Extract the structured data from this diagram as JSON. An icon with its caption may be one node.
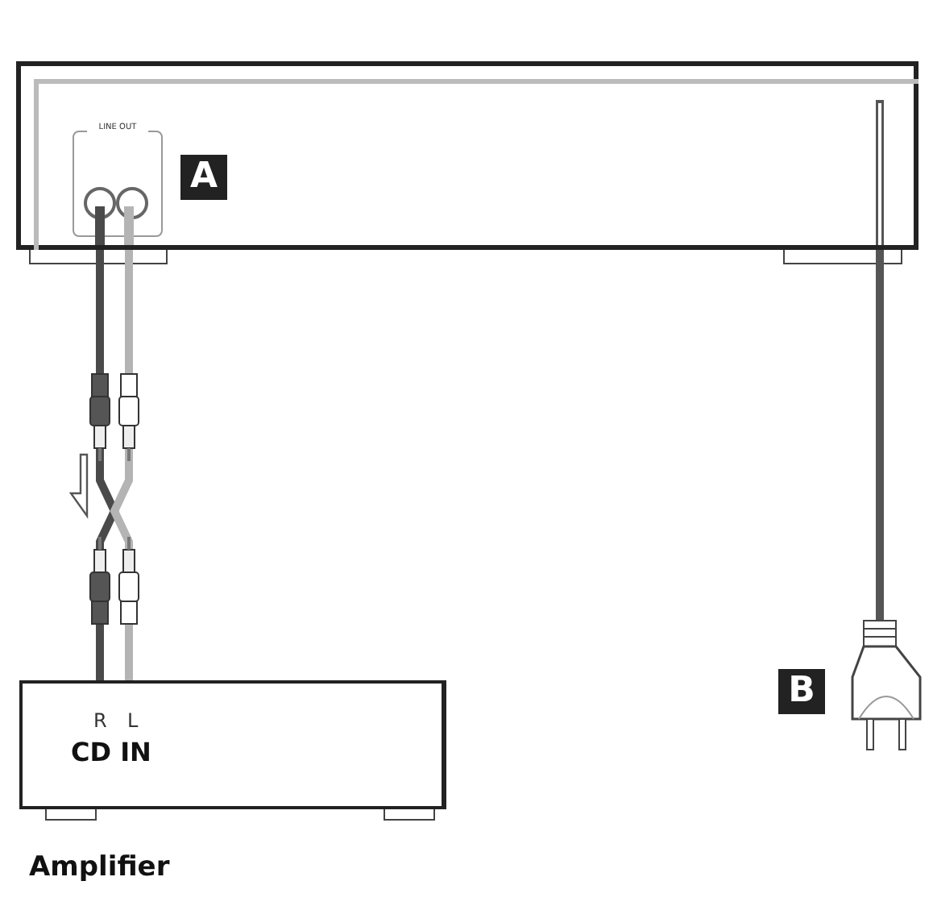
{
  "diagram": {
    "nodes": [
      {
        "text": [],
        "shape": "box"
      },
      {
        "text": [
          "Amplifier"
        ]
      },
      {
        "text": [],
        "shape": "picture"
      }
    ],
    "edges": [
      {
        "from": 0,
        "to": 1,
        "arrow": "none",
        "color": "#4a4a4a"
      },
      {
        "from": 0,
        "to": 1,
        "arrow": "none",
        "color": "#b4b4b4"
      },
      {
        "from": 0,
        "to": 2,
        "arrow": "none"
      }
    ],
    "labels": [
      "LINE OUT",
      "A",
      "B",
      "R",
      "L",
      "CD IN"
    ]
  }
}
